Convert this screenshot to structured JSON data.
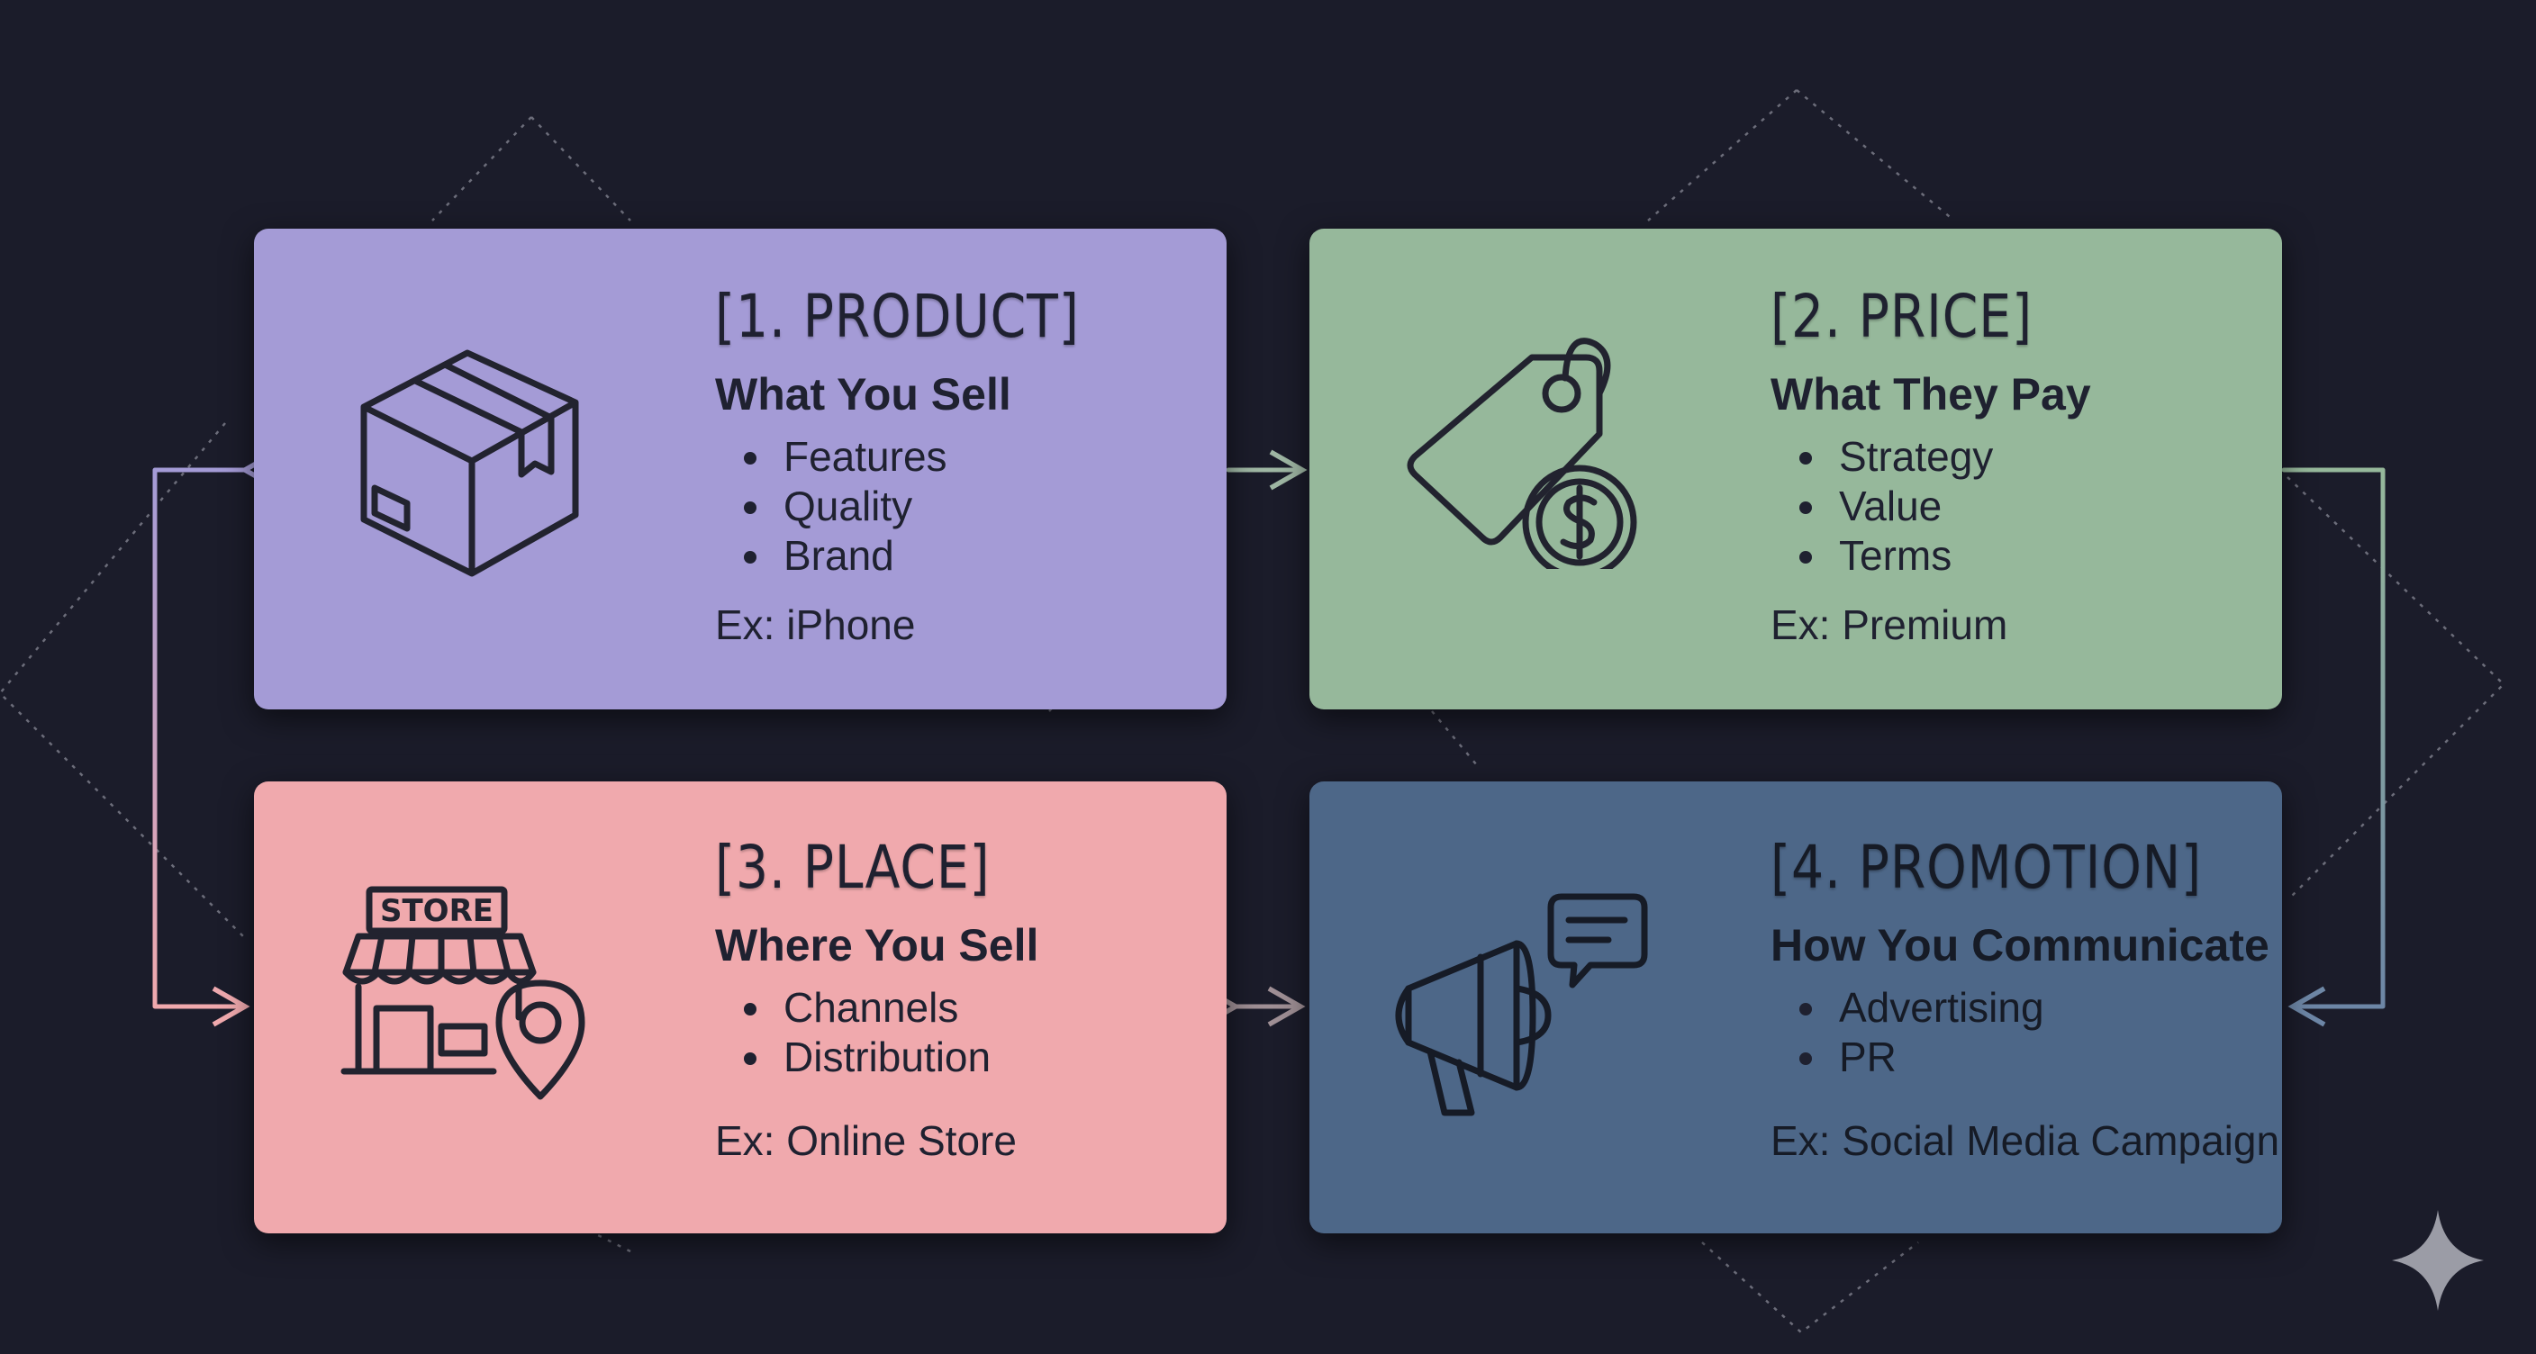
{
  "cards": [
    {
      "title": "[1. PRODUCT]",
      "subtitle": "What You Sell",
      "bullets": [
        "Features",
        "Quality",
        "Brand"
      ],
      "example": "Ex: iPhone",
      "icon": "box-icon",
      "color": "#a49bd6"
    },
    {
      "title": "[2. PRICE]",
      "subtitle": "What They Pay",
      "bullets": [
        "Strategy",
        "Value",
        "Terms"
      ],
      "example": "Ex: Premium",
      "icon": "price-tag-icon",
      "color": "#96b89b"
    },
    {
      "title": "[3. PLACE]",
      "subtitle": "Where You Sell",
      "bullets": [
        "Channels",
        "Distribution"
      ],
      "example": "Ex: Online Store",
      "icon": "storefront-location-icon",
      "store_sign": "STORE",
      "color": "#f0a9ad"
    },
    {
      "title": "[4. PROMOTION]",
      "subtitle": "How You Communicate",
      "bullets": [
        "Advertising",
        "PR"
      ],
      "example": "Ex: Social Media Campaign",
      "icon": "megaphone-icon",
      "color": "#4d6788"
    }
  ],
  "colors": {
    "background": "#1b1c2a",
    "connector": "#c7c3d8",
    "dotted_lines": "#6c6d7a"
  }
}
